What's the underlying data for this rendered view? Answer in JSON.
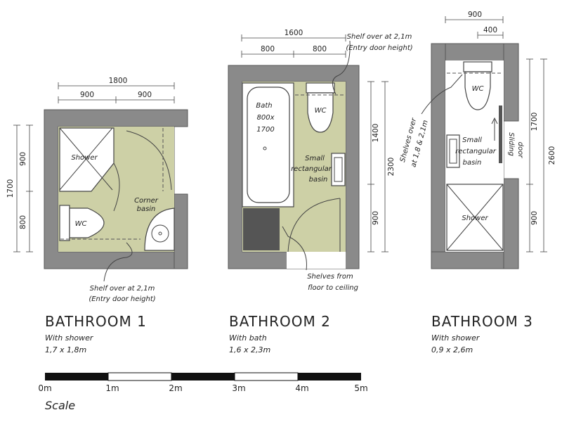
{
  "bathrooms": [
    {
      "title": "BATHROOM 1",
      "type": "With shower",
      "size": "1,7 x 1,8m",
      "dims": {
        "total_width": "1800",
        "half_a": "900",
        "half_b": "900",
        "total_height": "1700",
        "upper_height": "900",
        "lower_height": "800"
      },
      "fixtures": {
        "shower": "Shower",
        "wc": "WC",
        "corner_basin_1": "Corner",
        "corner_basin_2": "basin"
      },
      "note_1": "Shelf over at 2,1m",
      "note_2": "(Entry door height)"
    },
    {
      "title": "BATHROOM 2",
      "type": "With bath",
      "size": "1,6 x 2,3m",
      "dims": {
        "total_width": "1600",
        "half_a": "800",
        "half_b": "800",
        "total_height": "2300",
        "upper_height": "1400",
        "lower_height": "900"
      },
      "fixtures": {
        "bath_1": "Bath",
        "bath_2": "800x",
        "bath_3": "1700",
        "wc": "WC",
        "basin_1": "Small",
        "basin_2": "rectangular",
        "basin_3": "basin"
      },
      "note_shelf_1": "Shelf over at 2,1m",
      "note_shelf_2": "(Entry door height)",
      "note_shelves_1": "Shelves from",
      "note_shelves_2": "floor to ceiling"
    },
    {
      "title": "BATHROOM 3",
      "type": "With shower",
      "size": "0,9 x 2,6m",
      "dims": {
        "total_width": "900",
        "door_width": "400",
        "total_height": "2600",
        "upper_height": "1700",
        "lower_height": "900"
      },
      "fixtures": {
        "wc": "WC",
        "basin_1": "Small",
        "basin_2": "rectangular",
        "basin_3": "basin",
        "door_1": "Sliding",
        "door_2": "door",
        "shower": "Shower"
      },
      "note_1": "Shelves over",
      "note_2": "at 1,8 & 2,1m"
    }
  ],
  "scale": {
    "label": "Scale",
    "ticks": [
      "0m",
      "1m",
      "2m",
      "3m",
      "4m",
      "5m"
    ]
  }
}
